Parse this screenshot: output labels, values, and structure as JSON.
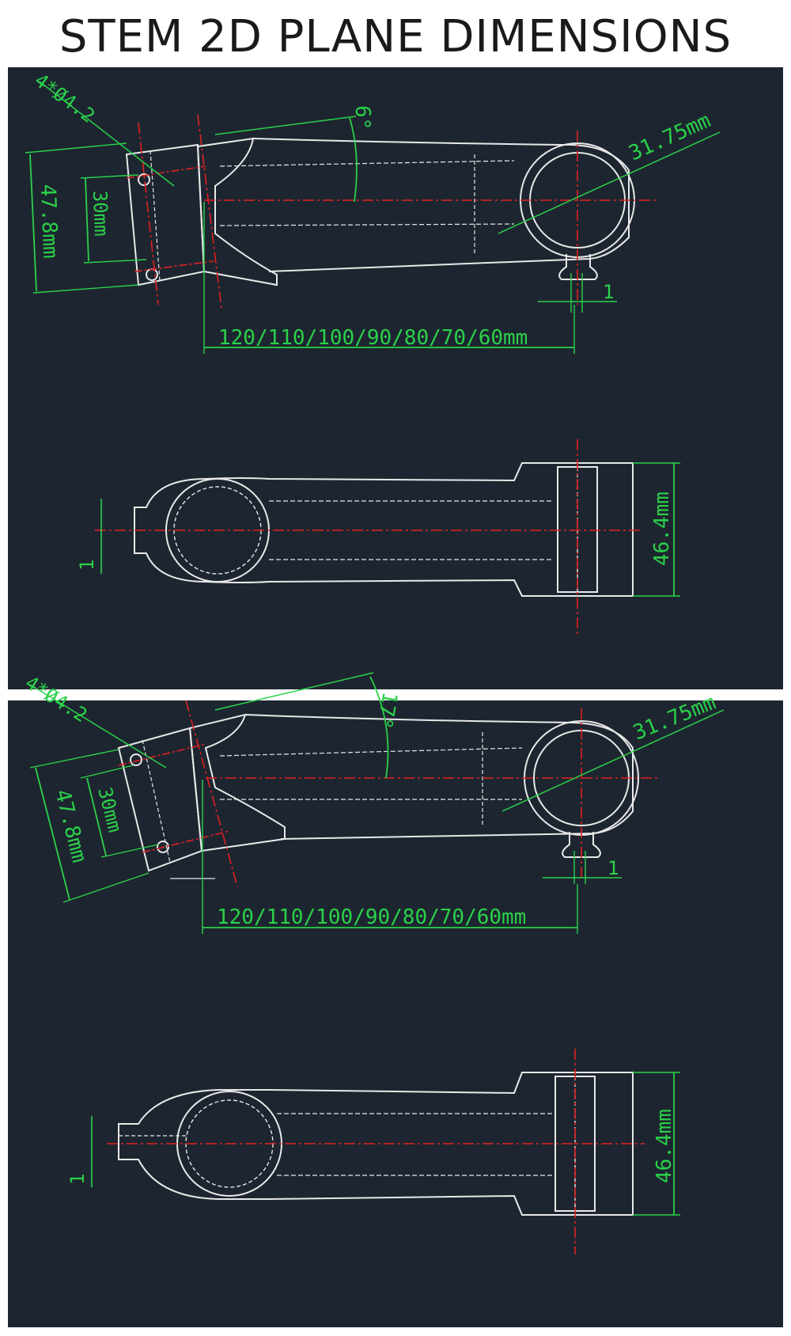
{
  "title": "STEM 2D PLANE DIMENSIONS",
  "colors": {
    "background": "#1d2630",
    "outline": "#e8e8e8",
    "centerline": "#e02020",
    "dimension": "#2bd14a"
  },
  "drawings": [
    {
      "side_view": {
        "angle_label": "6°",
        "bolt_label": "4*Ø4.2",
        "clamp_height_label": "47.8mm",
        "bolt_spacing_label": "30mm",
        "bar_diameter_label": "31.75mm",
        "length_label": "120/110/100/90/80/70/60mm",
        "gap_label": "1"
      },
      "top_view": {
        "gap_label": "1",
        "width_label": "46.4mm"
      }
    },
    {
      "side_view": {
        "angle_label": "17°",
        "bolt_label": "4*Ø4.2",
        "clamp_height_label": "47.8mm",
        "bolt_spacing_label": "30mm",
        "bar_diameter_label": "31.75mm",
        "length_label": "120/110/100/90/80/70/60mm",
        "gap_label": "1"
      },
      "top_view": {
        "gap_label": "1",
        "width_label": "46.4mm"
      }
    }
  ]
}
